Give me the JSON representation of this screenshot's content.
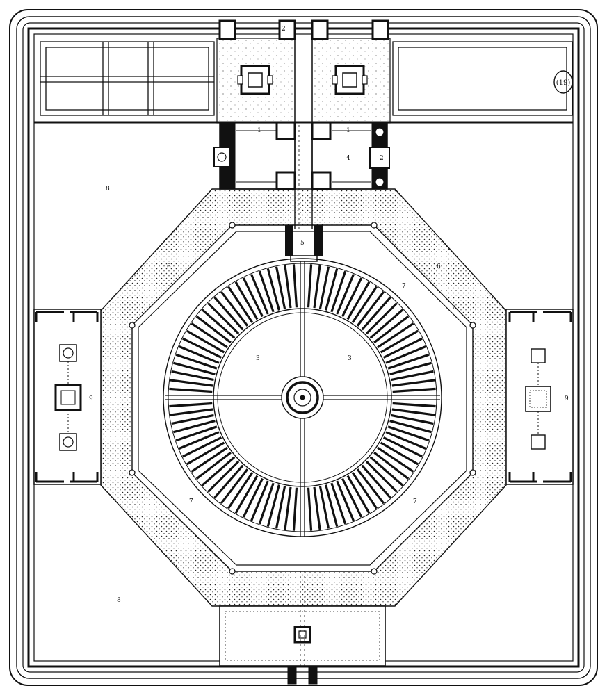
{
  "sheet_number": "(19)",
  "labels": [
    {
      "id": "label-1-nw",
      "text": "1"
    },
    {
      "id": "label-1-ne",
      "text": "1"
    },
    {
      "id": "label-2-left",
      "text": "2"
    },
    {
      "id": "label-2-right",
      "text": "2"
    },
    {
      "id": "label-3-left",
      "text": "3"
    },
    {
      "id": "label-3-right",
      "text": "3"
    },
    {
      "id": "label-4",
      "text": "4"
    },
    {
      "id": "label-5",
      "text": "5"
    },
    {
      "id": "label-6-left",
      "text": "6"
    },
    {
      "id": "label-6-right",
      "text": "6"
    },
    {
      "id": "label-7-upper",
      "text": "7"
    },
    {
      "id": "label-7-right",
      "text": "7"
    },
    {
      "id": "label-7-lower-left",
      "text": "7"
    },
    {
      "id": "label-7-lower-right",
      "text": "7"
    },
    {
      "id": "label-8-nw",
      "text": "8"
    },
    {
      "id": "label-8-sw",
      "text": "8"
    },
    {
      "id": "label-9-west",
      "text": "9"
    },
    {
      "id": "label-9-east",
      "text": "9"
    }
  ],
  "colors": {
    "ink": "#111111",
    "paper": "#ffffff"
  },
  "ring_spoke_count": 96
}
